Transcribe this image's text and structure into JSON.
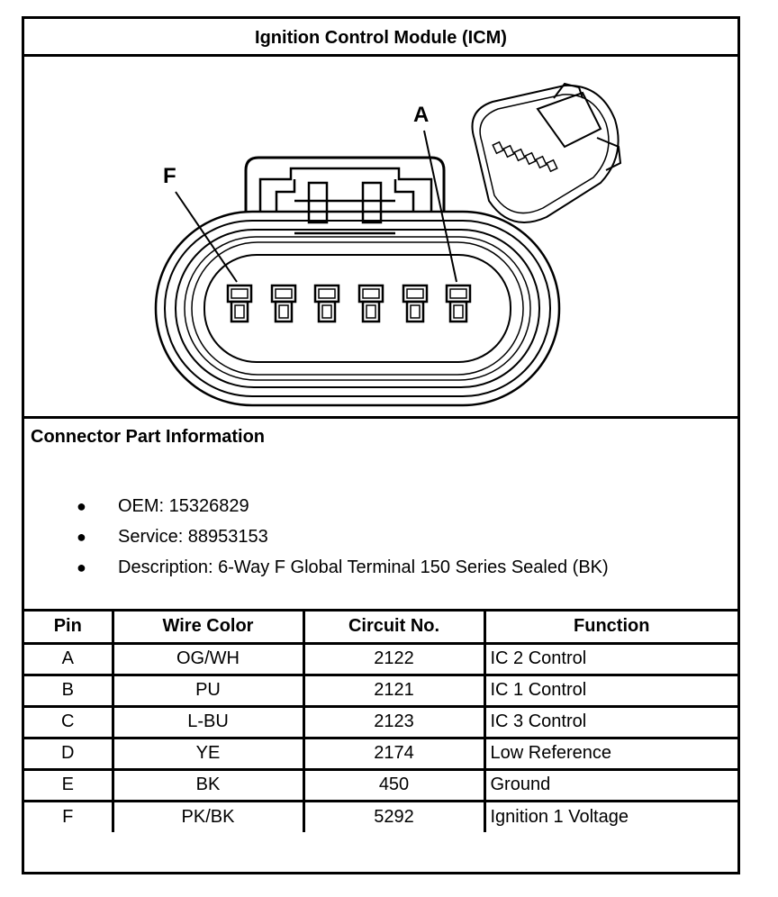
{
  "title": "Ignition Control Module (ICM)",
  "drawing": {
    "label_a": "A",
    "label_f": "F"
  },
  "info": {
    "heading": "Connector Part Information",
    "items": [
      "OEM: 15326829",
      "Service: 88953153",
      "Description: 6-Way F Global Terminal 150 Series Sealed (BK)"
    ]
  },
  "table": {
    "headers": [
      "Pin",
      "Wire Color",
      "Circuit No.",
      "Function"
    ],
    "rows": [
      [
        "A",
        "OG/WH",
        "2122",
        "IC 2 Control"
      ],
      [
        "B",
        "PU",
        "2121",
        "IC 1 Control"
      ],
      [
        "C",
        "L-BU",
        "2123",
        "IC 3 Control"
      ],
      [
        "D",
        "YE",
        "2174",
        "Low Reference"
      ],
      [
        "E",
        "BK",
        "450",
        "Ground"
      ],
      [
        "F",
        "PK/BK",
        "5292",
        "Ignition 1 Voltage"
      ]
    ]
  }
}
